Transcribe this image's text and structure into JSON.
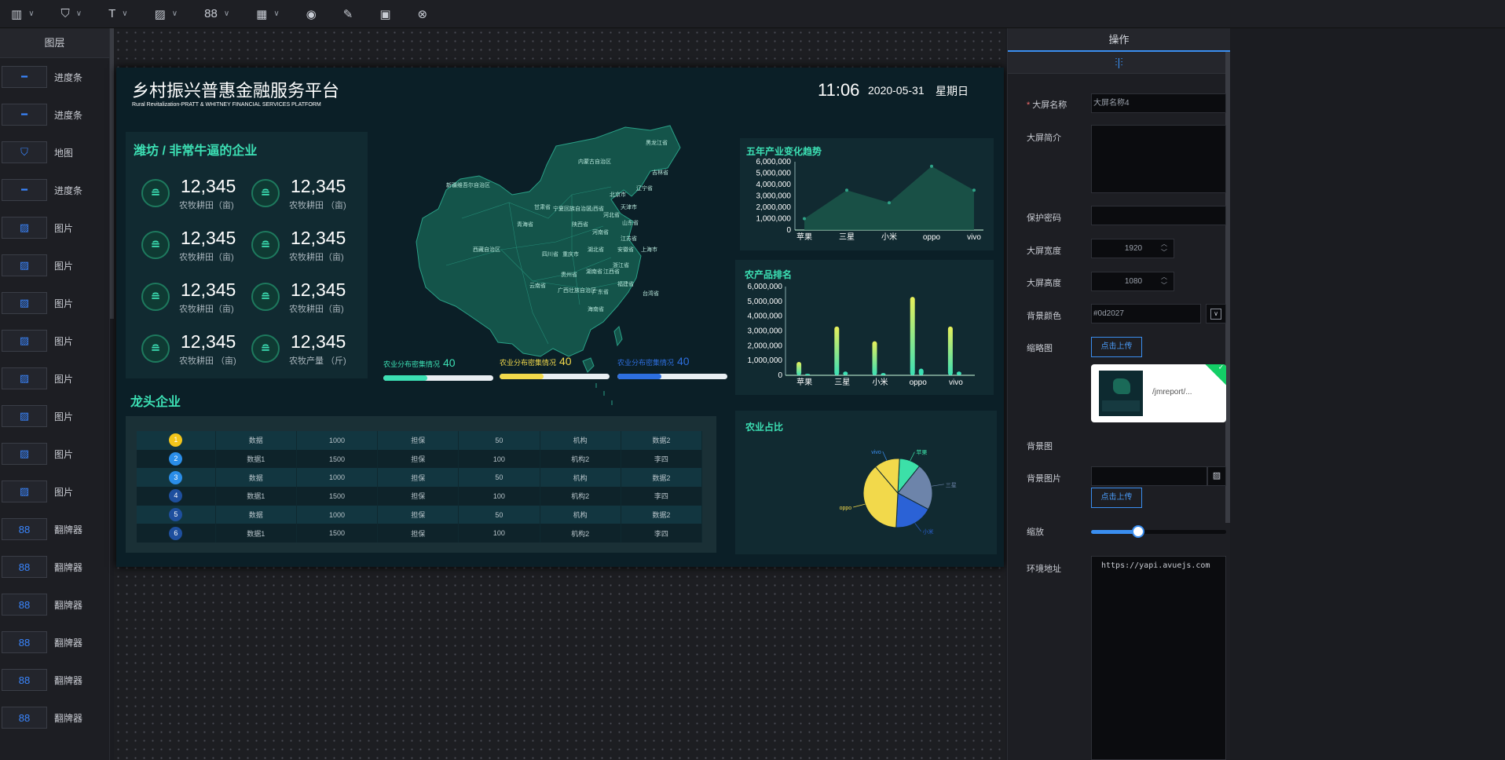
{
  "toolbar": {
    "items": [
      {
        "name": "chart-icon",
        "glyph": "▥",
        "chev": true
      },
      {
        "name": "map-icon",
        "glyph": "⛉",
        "chev": true
      },
      {
        "name": "text-icon",
        "glyph": "T",
        "chev": true
      },
      {
        "name": "image-icon",
        "glyph": "▨",
        "chev": true
      },
      {
        "name": "widget-icon",
        "glyph": "88",
        "chev": true
      },
      {
        "name": "table-icon",
        "glyph": "▦",
        "chev": true
      },
      {
        "name": "preview-icon",
        "glyph": "◉",
        "chev": false
      },
      {
        "name": "edit-icon",
        "glyph": "✎",
        "chev": false
      },
      {
        "name": "save-icon",
        "glyph": "▣",
        "chev": false
      },
      {
        "name": "close-icon",
        "glyph": "⊗",
        "chev": false
      }
    ]
  },
  "layers": {
    "title": "图层",
    "items": [
      {
        "label": "进度条",
        "icon": "progress-icon"
      },
      {
        "label": "进度条",
        "icon": "progress-icon"
      },
      {
        "label": "地图",
        "icon": "map-icon"
      },
      {
        "label": "进度条",
        "icon": "progress-icon"
      },
      {
        "label": "图片",
        "icon": "image-icon"
      },
      {
        "label": "图片",
        "icon": "image-icon"
      },
      {
        "label": "图片",
        "icon": "image-icon"
      },
      {
        "label": "图片",
        "icon": "image-icon"
      },
      {
        "label": "图片",
        "icon": "image-icon"
      },
      {
        "label": "图片",
        "icon": "image-icon"
      },
      {
        "label": "图片",
        "icon": "image-icon"
      },
      {
        "label": "图片",
        "icon": "image-icon"
      },
      {
        "label": "翻牌器",
        "icon": "flip-icon"
      },
      {
        "label": "翻牌器",
        "icon": "flip-icon"
      },
      {
        "label": "翻牌器",
        "icon": "flip-icon"
      },
      {
        "label": "翻牌器",
        "icon": "flip-icon"
      },
      {
        "label": "翻牌器",
        "icon": "flip-icon"
      },
      {
        "label": "翻牌器",
        "icon": "flip-icon"
      }
    ]
  },
  "screen": {
    "title": "乡村振兴普惠金融服务平台",
    "subtitle": "Rural Revitalization-PRATT & WHITNEY FINANCIAL SERVICES PLATFORM",
    "time": "11:06",
    "date": "2020-05-31",
    "weekday": "星期日",
    "enterprise_title": "潍坊 / 非常牛逼的企业",
    "stats": [
      {
        "value": "12,345",
        "caption": "农牧耕田（亩)"
      },
      {
        "value": "12,345",
        "caption": "农牧耕田 （亩)"
      },
      {
        "value": "12,345",
        "caption": "农牧耕田（亩)"
      },
      {
        "value": "12,345",
        "caption": "农牧耕田（亩)"
      },
      {
        "value": "12,345",
        "caption": "农牧耕田（亩)"
      },
      {
        "value": "12,345",
        "caption": "农牧耕田（亩)"
      },
      {
        "value": "12,345",
        "caption": "农牧耕田 （亩)"
      },
      {
        "value": "12,345",
        "caption": "农牧产量 （斤)"
      }
    ],
    "progress": [
      {
        "label": "农业分布密集情况",
        "value": "40",
        "color": "#3ce0b4",
        "fraction": 0.4
      },
      {
        "label": "农业分布密集情况",
        "value": "40",
        "color": "#f2d94b",
        "fraction": 0.4
      },
      {
        "label": "农业分布密集情况",
        "value": "40",
        "color": "#2d6fe0",
        "fraction": 0.4
      }
    ],
    "map_labels": [
      "黑龙江省",
      "内蒙古自治区",
      "吉林省",
      "新疆维吾尔自治区",
      "辽宁省",
      "北京市",
      "甘肃省",
      "宁夏回族自治区",
      "山西省",
      "河北省",
      "天津市",
      "山东省",
      "青海省",
      "陕西省",
      "河南省",
      "江苏省",
      "西藏自治区",
      "四川省",
      "重庆市",
      "湖北省",
      "安徽省",
      "上海市",
      "浙江省",
      "湖南省",
      "江西省",
      "贵州省",
      "福建省",
      "云南省",
      "广西壮族自治区",
      "广东省",
      "台湾省",
      "海南省"
    ],
    "leaders_title": "龙头企业",
    "table_rows": [
      [
        "1",
        "数据",
        "1000",
        "担保",
        "50",
        "机构",
        "数据2"
      ],
      [
        "2",
        "数据1",
        "1500",
        "担保",
        "100",
        "机构2",
        "李四"
      ],
      [
        "3",
        "数据",
        "1000",
        "担保",
        "50",
        "机构",
        "数据2"
      ],
      [
        "4",
        "数据1",
        "1500",
        "担保",
        "100",
        "机构2",
        "李四"
      ],
      [
        "5",
        "数据",
        "1000",
        "担保",
        "50",
        "机构",
        "数据2"
      ],
      [
        "6",
        "数据1",
        "1500",
        "担保",
        "100",
        "机构2",
        "李四"
      ]
    ],
    "rank_colors": [
      "#f2c51b",
      "#2a8de8",
      "#2a8de8",
      "#1e4f9e",
      "#1e4f9e",
      "#1e4f9e"
    ]
  },
  "chart_data": [
    {
      "type": "area",
      "title": "五年产业变化趋势",
      "categories": [
        "苹果",
        "三星",
        "小米",
        "oppo",
        "vivo"
      ],
      "series": [
        {
          "values": [
            1000000,
            3500000,
            2400000,
            5600000,
            3500000
          ]
        }
      ],
      "ylim": [
        0,
        6000000
      ],
      "yticks": [
        "0",
        "1,000,000",
        "2,000,000",
        "3,000,000",
        "4,000,000",
        "5,000,000",
        "6,000,000"
      ]
    },
    {
      "type": "bar",
      "title": "农产品排名",
      "categories": [
        "苹果",
        "三星",
        "小米",
        "oppo",
        "vivo"
      ],
      "series": [
        {
          "values": [
            900000,
            3300000,
            2300000,
            5300000,
            3300000
          ]
        },
        {
          "values": [
            100000,
            250000,
            150000,
            450000,
            250000
          ]
        }
      ],
      "ylim": [
        0,
        6000000
      ],
      "yticks": [
        "0",
        "1,000,000",
        "2,000,000",
        "3,000,000",
        "4,000,000",
        "5,000,000",
        "6,000,000"
      ]
    },
    {
      "type": "pie",
      "title": "农业占比",
      "slices": [
        {
          "label": "苹果",
          "value": 10,
          "color": "#3ce0a8"
        },
        {
          "label": "三星",
          "value": 22,
          "color": "#6d84aa"
        },
        {
          "label": "小米",
          "value": 18,
          "color": "#2b62d6"
        },
        {
          "label": "oppo",
          "value": 38,
          "color": "#f2d94b"
        },
        {
          "label": "vivo",
          "value": 12,
          "color": "#f2d94b"
        }
      ],
      "label_colors": {
        "苹果": "#3ce0a8",
        "三星": "#6d84aa",
        "小米": "#2b62d6",
        "oppo": "#f2d94b",
        "vivo": "#3a8ef0"
      }
    }
  ],
  "props": {
    "title": "操作",
    "name_label": "大屏名称",
    "name_value": "大屏名称4",
    "desc_label": "大屏简介",
    "pwd_label": "保护密码",
    "width_label": "大屏宽度",
    "width_value": "1920",
    "height_label": "大屏高度",
    "height_value": "1080",
    "bg_color_label": "背景颜色",
    "bg_color_value": "#0d2027",
    "thumb_label": "缩略图",
    "upload_label": "点击上传",
    "thumb_file": "/jmreport/...",
    "bg_img_group": "背景图",
    "bg_img_label": "背景图片",
    "scale_label": "缩放",
    "scale_fraction": 0.35,
    "env_label": "环境地址",
    "env_value": "https://yapi.avuejs.com"
  }
}
